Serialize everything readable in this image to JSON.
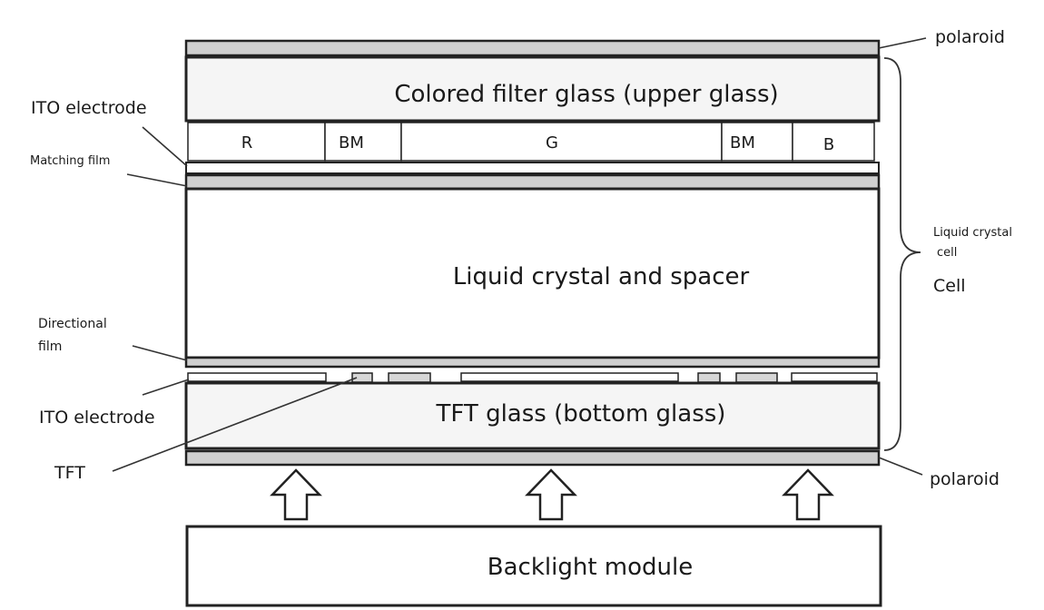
{
  "layers": {
    "upper_glass": "Colored filter glass (upper glass)",
    "liquid_crystal": "Liquid crystal and spacer",
    "tft_glass": "TFT glass (bottom glass)",
    "backlight": "Backlight module"
  },
  "color_filter": {
    "r": "R",
    "bm1": "BM",
    "g": "G",
    "bm2": "BM",
    "b": "B"
  },
  "labels": {
    "polaroid_top": "polaroid",
    "polaroid_bottom": "polaroid",
    "ito_top": "ITO electrode",
    "matching_film": "Matching film",
    "directional_film_1": "Directional",
    "directional_film_2": "film",
    "ito_bottom": "ITO electrode",
    "tft": "TFT",
    "lc_cell_1": "Liquid crystal",
    "lc_cell_2": "cell",
    "cell": "Cell"
  }
}
